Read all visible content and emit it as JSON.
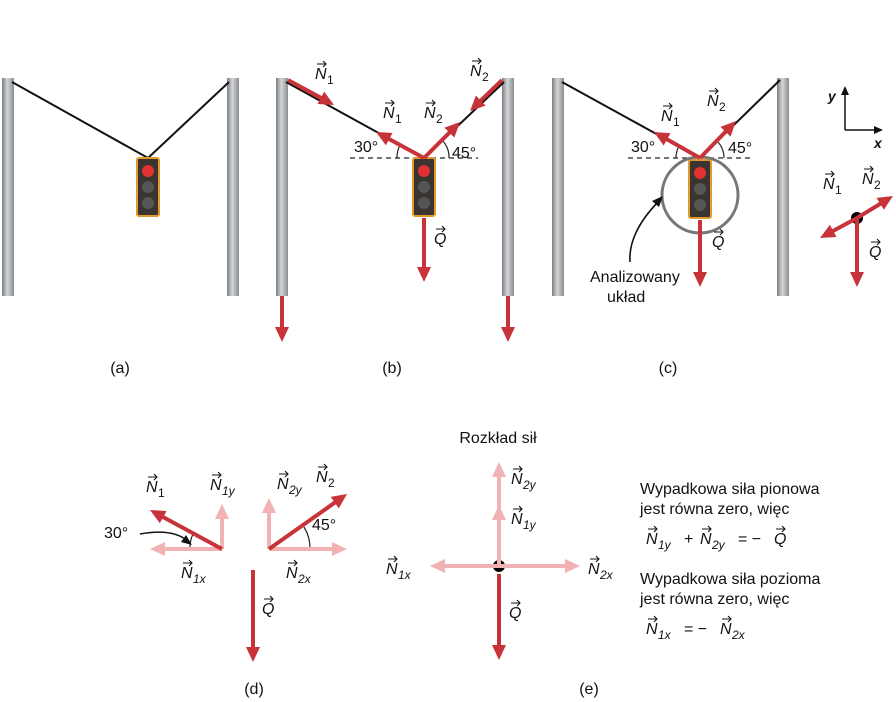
{
  "panels": {
    "a": {
      "caption": "(a)"
    },
    "b": {
      "caption": "(b)",
      "angle_left": "30°",
      "angle_right": "45°"
    },
    "c": {
      "caption": "(c)",
      "angle_left": "30°",
      "angle_right": "45°",
      "system_label_line1": "Analizowany",
      "system_label_line2": "układ",
      "axis_y": "y",
      "axis_x": "x"
    },
    "d": {
      "caption": "(d)",
      "angle_left": "30°",
      "angle_right": "45°"
    },
    "e": {
      "caption": "(e)",
      "title": "Rozkład sił",
      "note_vertical_line1": "Wypadkowa siła pionowa",
      "note_vertical_line2": "jest równa zero, więc",
      "note_horizontal_line1": "Wypadkowa siła pozioma",
      "note_horizontal_line2": "jest równa zero, więc"
    }
  },
  "symbols": {
    "N": "N",
    "Q": "Q",
    "sub1": "1",
    "sub2": "2",
    "sub1x": "1x",
    "sub1y": "1y",
    "sub2x": "2x",
    "sub2y": "2y",
    "plus": "+",
    "equals_minus": "= −"
  },
  "colors": {
    "force": "#c8333a",
    "component": "#f0b2b3",
    "pole": "#9a9da0",
    "light_body": "#3a3530",
    "light_border": "#e39a2d",
    "red_lamp": "#e33030",
    "dark_lamp": "#555555",
    "circle": "#777777"
  }
}
